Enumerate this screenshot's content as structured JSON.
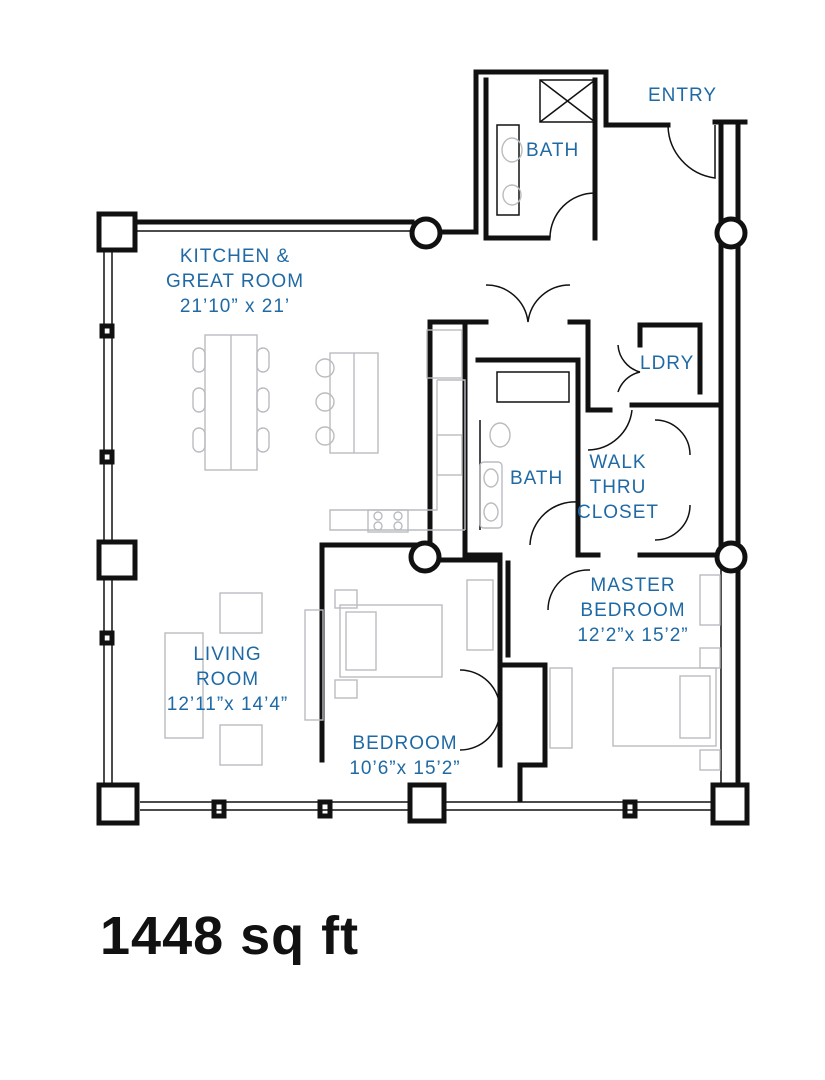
{
  "colors": {
    "label": "#1f6aa5",
    "wall": "#111111",
    "furniture": "#b9bcc0"
  },
  "rooms": {
    "entry": {
      "name": "ENTRY"
    },
    "bath_top": {
      "name": "BATH"
    },
    "kitchen": {
      "name_line1": "KITCHEN &",
      "name_line2": "GREAT ROOM",
      "size": "21’10” x 21’"
    },
    "laundry": {
      "name": "LDRY"
    },
    "bath_mid": {
      "name": "BATH"
    },
    "closet": {
      "line1": "WALK",
      "line2": "THRU",
      "line3": "CLOSET"
    },
    "master": {
      "line1": "MASTER",
      "line2": "BEDROOM",
      "size": "12’2”x 15’2”"
    },
    "living": {
      "line1": "LIVING",
      "line2": "ROOM",
      "size": "12’11”x 14’4”"
    },
    "bedroom": {
      "name": "BEDROOM",
      "size": "10’6”x 15’2”"
    }
  },
  "area": "1448 sq ft"
}
